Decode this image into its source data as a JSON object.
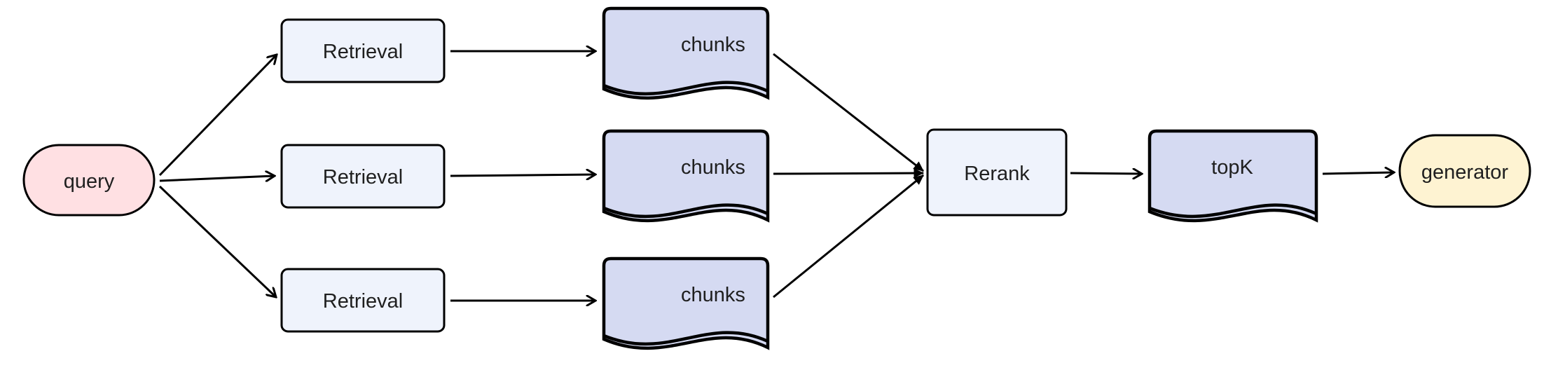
{
  "nodes": {
    "query": {
      "label": "query"
    },
    "retrieval_1": {
      "label": "Retrieval"
    },
    "retrieval_2": {
      "label": "Retrieval"
    },
    "retrieval_3": {
      "label": "Retrieval"
    },
    "chunks_1": {
      "label": "chunks"
    },
    "chunks_2": {
      "label": "chunks"
    },
    "chunks_3": {
      "label": "chunks"
    },
    "rerank": {
      "label": "Rerank"
    },
    "topk": {
      "label": "topK"
    },
    "generator": {
      "label": "generator"
    }
  },
  "colors": {
    "query_fill": "#FFE0E3",
    "process_fill": "#EFF3FC",
    "document_fill": "#D5DAF2",
    "generator_fill": "#FEF3D2",
    "stroke": "#000000"
  },
  "edges": [
    {
      "from": "query",
      "to": "retrieval_1"
    },
    {
      "from": "query",
      "to": "retrieval_2"
    },
    {
      "from": "query",
      "to": "retrieval_3"
    },
    {
      "from": "retrieval_1",
      "to": "chunks_1"
    },
    {
      "from": "retrieval_2",
      "to": "chunks_2"
    },
    {
      "from": "retrieval_3",
      "to": "chunks_3"
    },
    {
      "from": "chunks_1",
      "to": "rerank"
    },
    {
      "from": "chunks_2",
      "to": "rerank"
    },
    {
      "from": "chunks_3",
      "to": "rerank"
    },
    {
      "from": "rerank",
      "to": "topk"
    },
    {
      "from": "topk",
      "to": "generator"
    }
  ]
}
